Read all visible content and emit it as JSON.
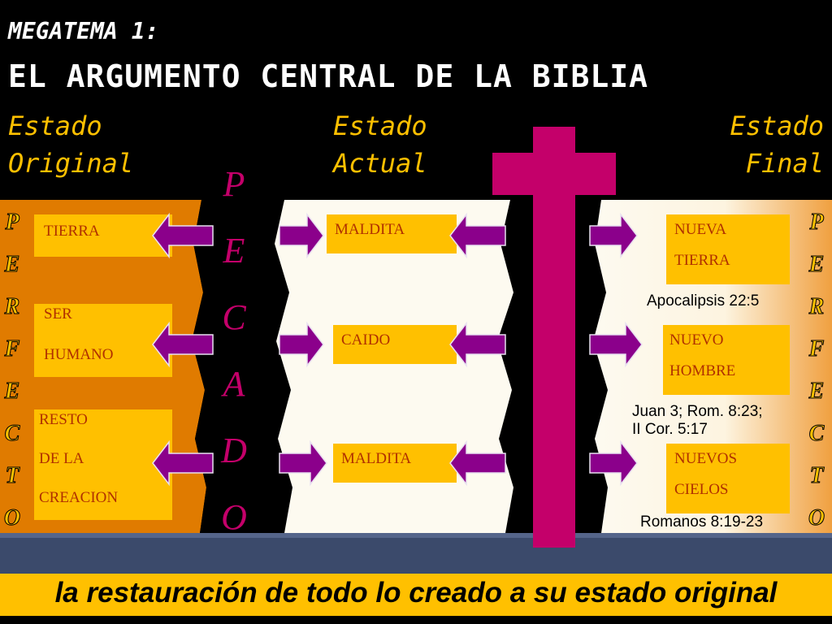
{
  "header": {
    "megatema": "MEGATEMA 1:",
    "title": "EL ARGUMENTO CENTRAL DE LA BIBLIA"
  },
  "states": {
    "original": [
      "Estado",
      "Original"
    ],
    "actual": [
      "Estado",
      "Actual"
    ],
    "final": [
      "Estado",
      "Final"
    ]
  },
  "pecado_letters": [
    "P",
    "E",
    "C",
    "A",
    "D",
    "O"
  ],
  "perfecto_letters": [
    "P",
    "E",
    "R",
    "F",
    "E",
    "C",
    "T",
    "O"
  ],
  "original_boxes": [
    {
      "lines": [
        "TIERRA"
      ]
    },
    {
      "lines": [
        "SER",
        "HUMANO"
      ]
    },
    {
      "lines": [
        "RESTO",
        "DE LA",
        "CREACION"
      ]
    }
  ],
  "actual_boxes": [
    {
      "lines": [
        "MALDITA"
      ]
    },
    {
      "lines": [
        "CAIDO"
      ]
    },
    {
      "lines": [
        "MALDITA"
      ]
    }
  ],
  "final_boxes": [
    {
      "lines": [
        "NUEVA",
        "TIERRA"
      ]
    },
    {
      "lines": [
        "NUEVO",
        "HOMBRE"
      ]
    },
    {
      "lines": [
        "NUEVOS",
        "CIELOS"
      ]
    }
  ],
  "references": [
    {
      "lines": [
        "Apocalipsis 22:5"
      ]
    },
    {
      "lines": [
        "Juan 3; Rom. 8:23;",
        "II Cor. 5:17"
      ]
    },
    {
      "lines": [
        "Romanos 8:19-23"
      ]
    }
  ],
  "footer": "la restauración de todo lo creado a su estado original",
  "colors": {
    "accent": "#ffc000",
    "cross": "#c4006a",
    "arrow": "#8b008b",
    "orange": "#e07b00",
    "footer_band": "#3b4a6b"
  }
}
